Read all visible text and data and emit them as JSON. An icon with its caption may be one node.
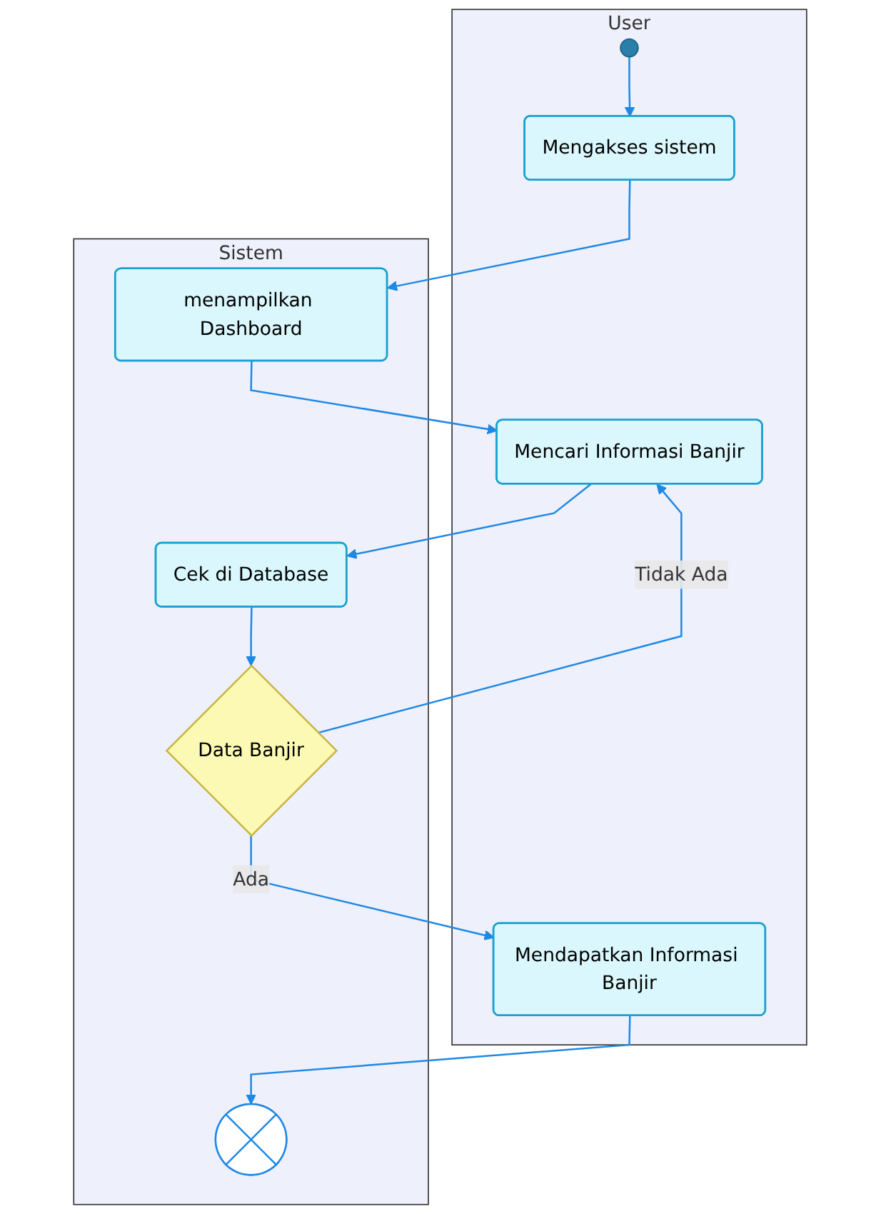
{
  "diagram": {
    "nodes": [
      {
        "text": [
          "User"
        ]
      },
      {
        "text": [
          "Sistem"
        ]
      },
      {
        "text": [],
        "shape": "circle",
        "in": 0
      },
      {
        "text": [
          "Mengakses sistem"
        ],
        "in": 0
      },
      {
        "text": [
          "menampilkan Dashboard"
        ],
        "in": 1
      },
      {
        "text": [
          "Mencari Informasi Banjir"
        ],
        "in": 0
      },
      {
        "text": [
          "Cek di Database"
        ],
        "in": 1
      },
      {
        "text": [
          "Data Banjir"
        ],
        "in": 1
      },
      {
        "text": [
          "Mendapatkan Informasi Banjir"
        ],
        "in": 0
      },
      {
        "text": [],
        "shape": "crossed-circle",
        "in": 1
      }
    ],
    "edges": [
      {
        "from": 2,
        "to": 3,
        "arrow": "to"
      },
      {
        "from": 3,
        "to": 4,
        "arrow": "to"
      },
      {
        "from": 4,
        "to": 5,
        "arrow": "to"
      },
      {
        "from": 5,
        "to": 6,
        "arrow": "to"
      },
      {
        "from": 6,
        "to": 7,
        "arrow": "to"
      },
      {
        "from": 7,
        "to": 5,
        "label": "Tidak Ada",
        "arrow": "to"
      },
      {
        "from": 7,
        "to": 8,
        "label": "Ada",
        "arrow": "to"
      },
      {
        "from": 8,
        "to": 9,
        "arrow": "to"
      }
    ]
  }
}
